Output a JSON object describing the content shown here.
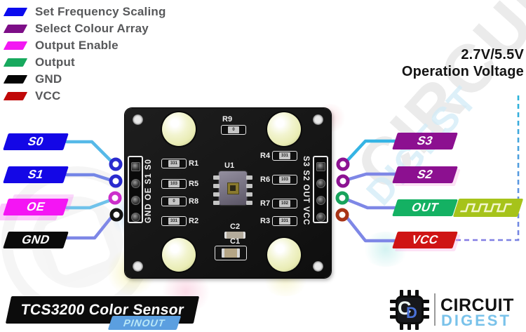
{
  "legend": {
    "items": [
      {
        "label": "Set Frequency Scaling",
        "color": "#0b0bee"
      },
      {
        "label": "Select Colour Array",
        "color": "#7d0e87"
      },
      {
        "label": "Output Enable",
        "color": "#f318f3"
      },
      {
        "label": "Output",
        "color": "#18a95e"
      },
      {
        "label": "GND",
        "color": "#050505"
      },
      {
        "label": "VCC",
        "color": "#c00808"
      }
    ]
  },
  "voltage_note": {
    "line1": "2.7V/5.5V",
    "line2": "Operation Voltage"
  },
  "pins": {
    "left": [
      {
        "label": "S0",
        "color": "#1407e6"
      },
      {
        "label": "S1",
        "color": "#1407e6"
      },
      {
        "label": "OE",
        "color": "#f415f4"
      },
      {
        "label": "GND",
        "color": "#0a0a0a"
      }
    ],
    "right": [
      {
        "label": "S3",
        "color": "#8c1090"
      },
      {
        "label": "S2",
        "color": "#8c1090"
      },
      {
        "label": "OUT",
        "color": "#14b163"
      },
      {
        "label": "VCC",
        "color": "#cf1414"
      }
    ]
  },
  "board": {
    "left_header_silk": "GND OE S1 S0",
    "right_header_silk": "S3 S2 OUT VCC",
    "refs": {
      "u1": "U1",
      "r1": "R1",
      "r2": "R2",
      "r3": "R3",
      "r4": "R4",
      "r5": "R5",
      "r6": "R6",
      "r7": "R7",
      "r8": "R8",
      "r9": "R9",
      "c1": "C1",
      "c2": "C2"
    },
    "values": {
      "r1": "331",
      "r5": "103",
      "r8": "0",
      "r2": "331",
      "r4": "331",
      "r6": "103",
      "r7": "102",
      "r3": "331",
      "r9": "0"
    }
  },
  "banner": {
    "title": "TCS3200 Color Sensor",
    "badge": "PINOUT"
  },
  "logo": {
    "brand_top": "CIRCUIT",
    "brand_bottom": "DIGEST",
    "monogram_c": "C",
    "monogram_d": "D"
  },
  "watermark": {
    "word1": "CIRCUIT",
    "word2": "DIGEST"
  },
  "colors": {
    "wire_blue": "#56b9e8",
    "wire_violet": "#7e87e6",
    "dash_cyan": "#2ab5da",
    "dash_violet": "#8a7ae4",
    "wave_block": "#a6c31a",
    "badge_blue": "#5b9fe0"
  }
}
